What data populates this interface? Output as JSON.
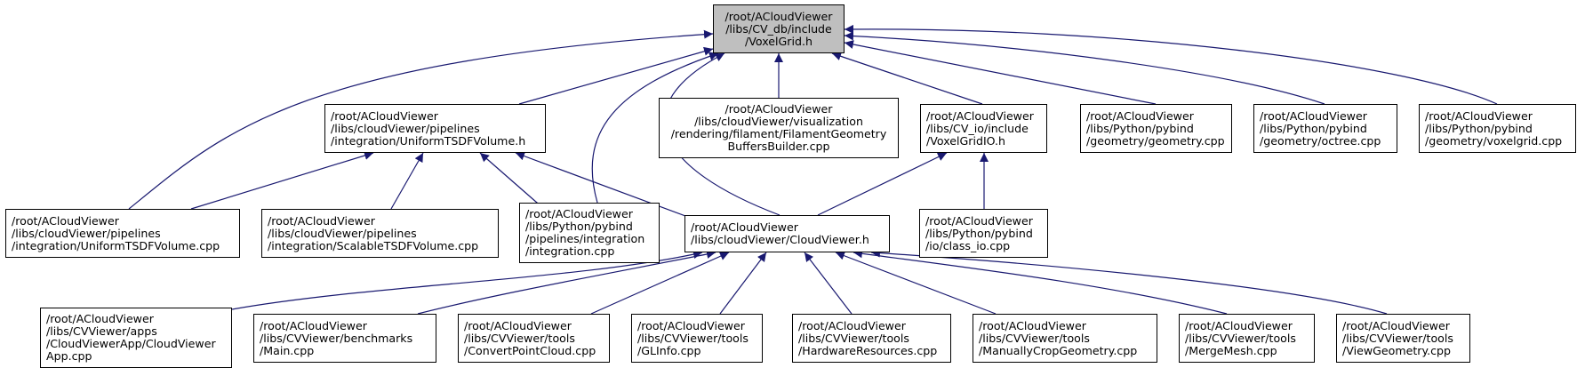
{
  "graph": {
    "edge_color": "#191970",
    "root_fill": "#bfbfbf",
    "node_fill": "#ffffff",
    "nodes": [
      {
        "id": "voxelgrid_h",
        "lines": [
          "/root/ACloudViewer",
          "/libs/CV_db/include",
          "/VoxelGrid.h"
        ],
        "root": true
      },
      {
        "id": "uniform_tsdf_h",
        "lines": [
          "/root/ACloudViewer",
          "/libs/cloudViewer/pipelines",
          "/integration/UniformTSDFVolume.h"
        ]
      },
      {
        "id": "filament_buffers_cpp",
        "lines": [
          "/root/ACloudViewer",
          "/libs/cloudViewer/visualization",
          "/rendering/filament/FilamentGeometry",
          "BuffersBuilder.cpp"
        ]
      },
      {
        "id": "voxelgridio_h",
        "lines": [
          "/root/ACloudViewer",
          "/libs/CV_io/include",
          "/VoxelGridIO.h"
        ]
      },
      {
        "id": "py_geometry_cpp",
        "lines": [
          "/root/ACloudViewer",
          "/libs/Python/pybind",
          "/geometry/geometry.cpp"
        ]
      },
      {
        "id": "py_octree_cpp",
        "lines": [
          "/root/ACloudViewer",
          "/libs/Python/pybind",
          "/geometry/octree.cpp"
        ]
      },
      {
        "id": "py_voxelgrid_cpp",
        "lines": [
          "/root/ACloudViewer",
          "/libs/Python/pybind",
          "/geometry/voxelgrid.cpp"
        ]
      },
      {
        "id": "uniform_tsdf_cpp",
        "lines": [
          "/root/ACloudViewer",
          "/libs/cloudViewer/pipelines",
          "/integration/UniformTSDFVolume.cpp"
        ]
      },
      {
        "id": "scalable_tsdf_cpp",
        "lines": [
          "/root/ACloudViewer",
          "/libs/cloudViewer/pipelines",
          "/integration/ScalableTSDFVolume.cpp"
        ]
      },
      {
        "id": "py_integration_cpp",
        "lines": [
          "/root/ACloudViewer",
          "/libs/Python/pybind",
          "/pipelines/integration",
          "/integration.cpp"
        ]
      },
      {
        "id": "cloudviewer_h",
        "lines": [
          "/root/ACloudViewer",
          "/libs/cloudViewer/CloudViewer.h"
        ]
      },
      {
        "id": "py_class_io_cpp",
        "lines": [
          "/root/ACloudViewer",
          "/libs/Python/pybind",
          "/io/class_io.cpp"
        ]
      },
      {
        "id": "cloudviewerapp_cpp",
        "lines": [
          "/root/ACloudViewer",
          "/libs/CVViewer/apps",
          "/CloudViewerApp/CloudViewer",
          "App.cpp"
        ]
      },
      {
        "id": "benchmarks_main_cpp",
        "lines": [
          "/root/ACloudViewer",
          "/libs/CVViewer/benchmarks",
          "/Main.cpp"
        ]
      },
      {
        "id": "convertpointcloud_cpp",
        "lines": [
          "/root/ACloudViewer",
          "/libs/CVViewer/tools",
          "/ConvertPointCloud.cpp"
        ]
      },
      {
        "id": "glinfo_cpp",
        "lines": [
          "/root/ACloudViewer",
          "/libs/CVViewer/tools",
          "/GLInfo.cpp"
        ]
      },
      {
        "id": "hardwareresources_cpp",
        "lines": [
          "/root/ACloudViewer",
          "/libs/CVViewer/tools",
          "/HardwareResources.cpp"
        ]
      },
      {
        "id": "manuallycropgeometry_cpp",
        "lines": [
          "/root/ACloudViewer",
          "/libs/CVViewer/tools",
          "/ManuallyCropGeometry.cpp"
        ]
      },
      {
        "id": "mergemesh_cpp",
        "lines": [
          "/root/ACloudViewer",
          "/libs/CVViewer/tools",
          "/MergeMesh.cpp"
        ]
      },
      {
        "id": "viewgeometry_cpp",
        "lines": [
          "/root/ACloudViewer",
          "/libs/CVViewer/tools",
          "/ViewGeometry.cpp"
        ]
      }
    ],
    "edges": [
      [
        "uniform_tsdf_cpp",
        "voxelgrid_h"
      ],
      [
        "uniform_tsdf_h",
        "voxelgrid_h"
      ],
      [
        "py_integration_cpp",
        "voxelgrid_h"
      ],
      [
        "cloudviewer_h",
        "voxelgrid_h"
      ],
      [
        "filament_buffers_cpp",
        "voxelgrid_h"
      ],
      [
        "voxelgridio_h",
        "voxelgrid_h"
      ],
      [
        "py_geometry_cpp",
        "voxelgrid_h"
      ],
      [
        "py_octree_cpp",
        "voxelgrid_h"
      ],
      [
        "py_voxelgrid_cpp",
        "voxelgrid_h"
      ],
      [
        "uniform_tsdf_cpp",
        "uniform_tsdf_h"
      ],
      [
        "scalable_tsdf_cpp",
        "uniform_tsdf_h"
      ],
      [
        "py_integration_cpp",
        "uniform_tsdf_h"
      ],
      [
        "cloudviewer_h",
        "uniform_tsdf_h"
      ],
      [
        "cloudviewer_h",
        "voxelgridio_h"
      ],
      [
        "py_class_io_cpp",
        "voxelgridio_h"
      ],
      [
        "cloudviewerapp_cpp",
        "cloudviewer_h"
      ],
      [
        "benchmarks_main_cpp",
        "cloudviewer_h"
      ],
      [
        "convertpointcloud_cpp",
        "cloudviewer_h"
      ],
      [
        "glinfo_cpp",
        "cloudviewer_h"
      ],
      [
        "hardwareresources_cpp",
        "cloudviewer_h"
      ],
      [
        "manuallycropgeometry_cpp",
        "cloudviewer_h"
      ],
      [
        "mergemesh_cpp",
        "cloudviewer_h"
      ],
      [
        "viewgeometry_cpp",
        "cloudviewer_h"
      ]
    ]
  }
}
